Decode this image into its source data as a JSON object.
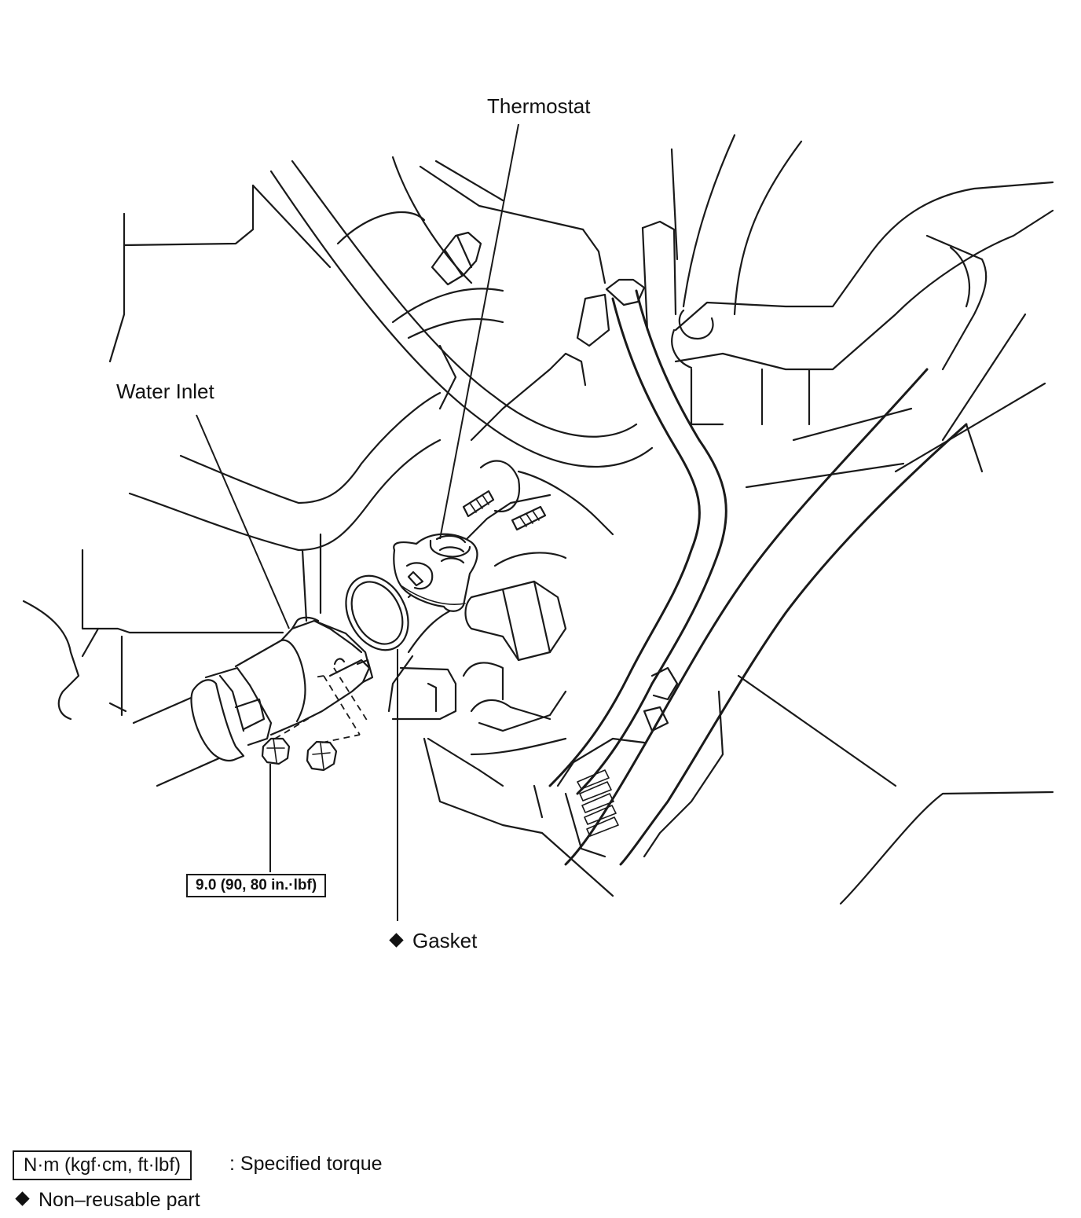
{
  "labels": {
    "thermostat": "Thermostat",
    "water_inlet": "Water Inlet",
    "torque_value": "9.0 (90, 80 in.·lbf)",
    "gasket": "Gasket"
  },
  "legend": {
    "torque_units": "N·m (kgf·cm, ft·lbf)",
    "torque_desc": ": Specified torque",
    "non_reusable": "Non–reusable part"
  },
  "colors": {
    "line": "#1a1a1a",
    "background": "#ffffff"
  }
}
